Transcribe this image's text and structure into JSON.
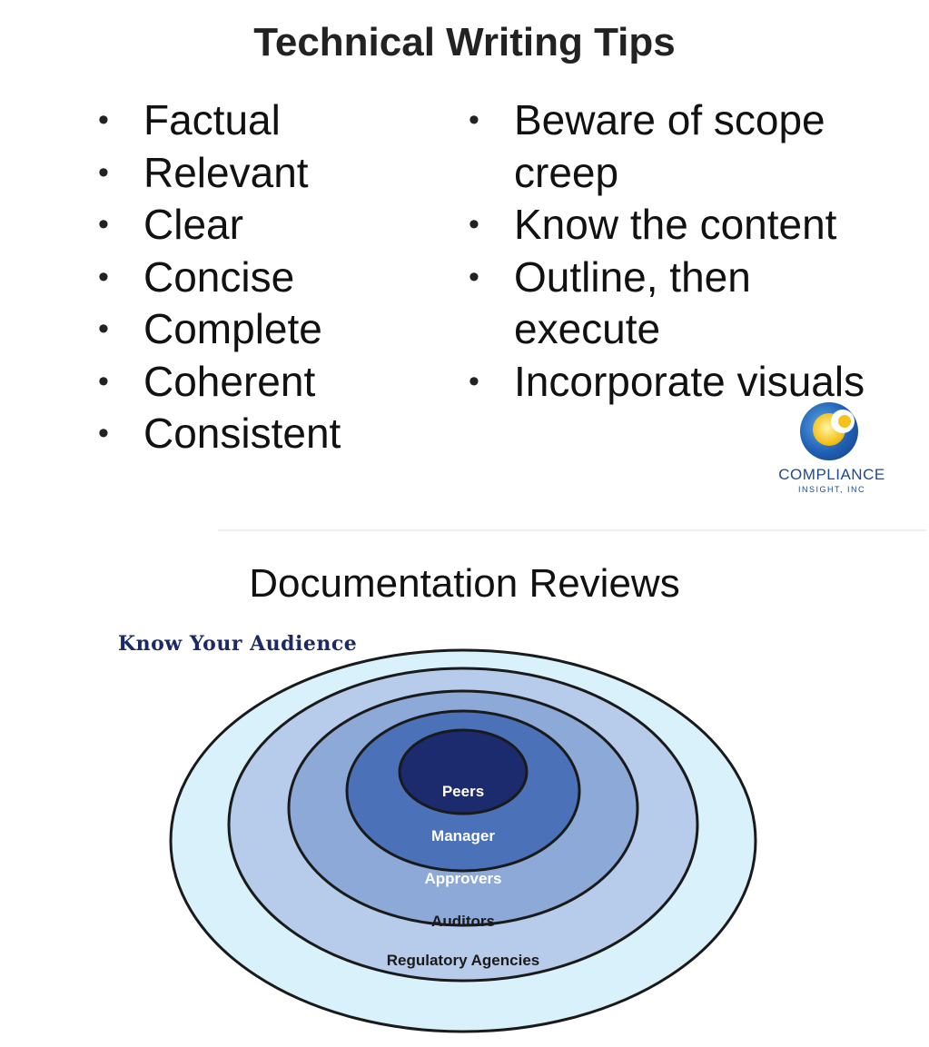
{
  "slide_top": {
    "title": "Technical Writing Tips",
    "left_bullets": [
      "Factual",
      "Relevant",
      "Clear",
      "Concise",
      "Complete",
      "Coherent",
      "Consistent"
    ],
    "right_bullets": [
      "Beware of scope creep",
      "Know the content",
      "Outline, then execute",
      "Incorporate visuals"
    ],
    "logo": {
      "name": "COMPLIANCE",
      "sub": "INSIGHT, INC"
    }
  },
  "slide_bottom": {
    "title": "Documentation Reviews",
    "diagram_heading": "Know Your Audience",
    "rings": [
      {
        "label": "Regulatory Agencies",
        "color": "#d9f1fb"
      },
      {
        "label": "Auditors",
        "color": "#b7cbea"
      },
      {
        "label": "Approvers",
        "color": "#8ca9d8"
      },
      {
        "label": "Manager",
        "color": "#4b72b8"
      },
      {
        "label": "Peers",
        "color": "#1b2b6e"
      }
    ]
  }
}
